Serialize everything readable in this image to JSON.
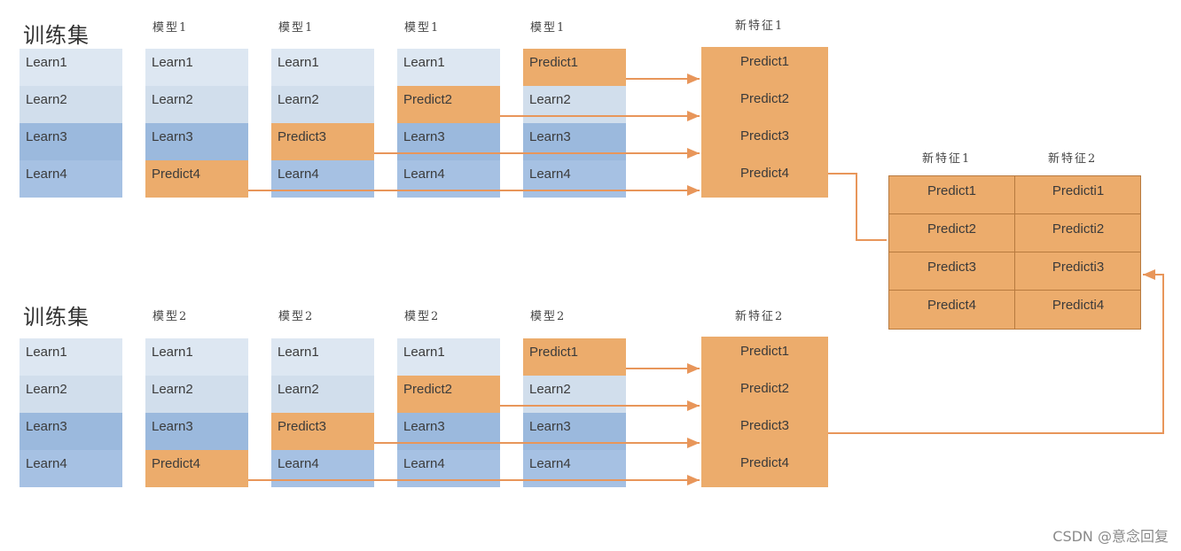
{
  "rows": [
    {
      "train_label": "训练集",
      "model_label": "模型1",
      "feature_label": "新特征1",
      "columns": [
        [
          "Learn1",
          "Learn2",
          "Learn3",
          "Learn4"
        ],
        [
          "Learn1",
          "Learn2",
          "Learn3",
          "Predict4"
        ],
        [
          "Learn1",
          "Learn2",
          "Predict3",
          "Learn4"
        ],
        [
          "Learn1",
          "Predict2",
          "Learn3",
          "Learn4"
        ],
        [
          "Predict1",
          "Learn2",
          "Learn3",
          "Learn4"
        ]
      ],
      "feature": [
        "Predict1",
        "Predict2",
        "Predict3",
        "Predict4"
      ]
    },
    {
      "train_label": "训练集",
      "model_label": "模型2",
      "feature_label": "新特征2",
      "columns": [
        [
          "Learn1",
          "Learn2",
          "Learn3",
          "Learn4"
        ],
        [
          "Learn1",
          "Learn2",
          "Learn3",
          "Predict4"
        ],
        [
          "Learn1",
          "Learn2",
          "Predict3",
          "Learn4"
        ],
        [
          "Learn1",
          "Predict2",
          "Learn3",
          "Learn4"
        ],
        [
          "Predict1",
          "Learn2",
          "Learn3",
          "Learn4"
        ]
      ],
      "feature": [
        "Predict1",
        "Predict2",
        "Predict3",
        "Predict4"
      ]
    }
  ],
  "final": {
    "headers": [
      "新特征1",
      "新特征2"
    ],
    "rows": [
      [
        "Predict1",
        "Predicti1"
      ],
      [
        "Predict2",
        "Predicti2"
      ],
      [
        "Predict3",
        "Predicti3"
      ],
      [
        "Predict4",
        "Predicti4"
      ]
    ]
  },
  "watermark": "CSDN @意念回复",
  "colors": {
    "learn_light": "#dde7f2",
    "learn_blue": "#a6c1e3",
    "predict_orange": "#ecac6c",
    "arrow": "#e8965a"
  }
}
